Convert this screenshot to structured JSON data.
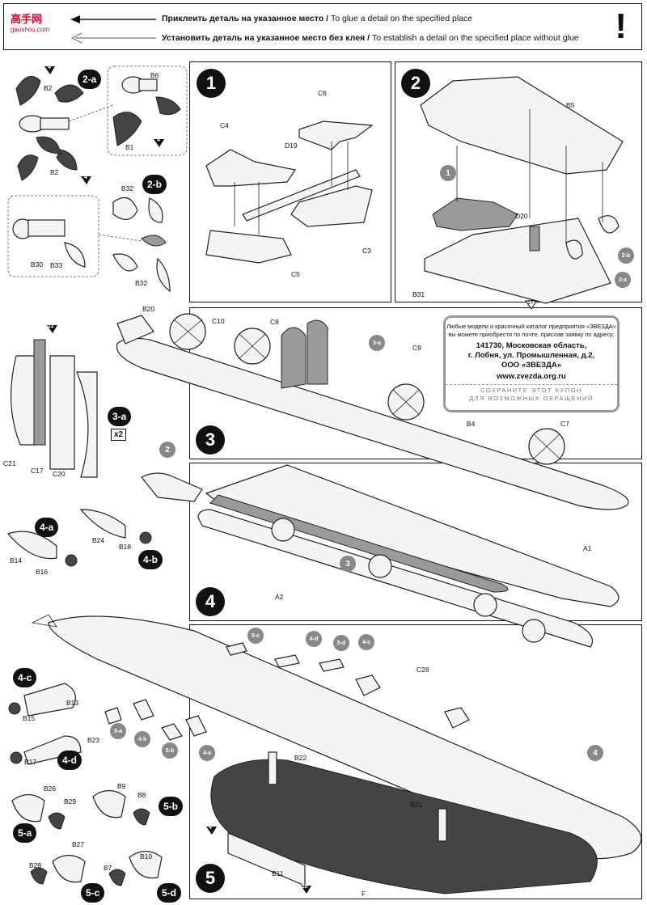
{
  "logo": {
    "text": "高手网",
    "sub": "gaoshou.com"
  },
  "legend": {
    "glue_ru": "Приклеить деталь на указанное место",
    "glue_en": "To glue a detail on the specified place",
    "noglue_ru": "Установить деталь на указанное место без клея",
    "noglue_en": "To establish a detail on the specified place without glue",
    "separator": "/",
    "bang": "!"
  },
  "steps": {
    "s1": "1",
    "s2": "2",
    "s3": "3",
    "s4": "4",
    "s5": "5"
  },
  "substeps": {
    "s2a": "2-a",
    "s2b": "2-b",
    "s3a": "3-a",
    "s4a": "4-a",
    "s4b": "4-b",
    "s4c": "4-c",
    "s4d": "4-d",
    "s5a": "5-a",
    "s5b": "5-b",
    "s5c": "5-c",
    "s5d": "5-d"
  },
  "refs": {
    "r1": "1",
    "r2": "2",
    "r3": "3",
    "r4": "4",
    "r2b": "2-b",
    "r2a": "2-a",
    "r3a": "3-a",
    "r5c": "5-c",
    "r4d": "4-d",
    "r5d": "5-d",
    "r4c": "4-c",
    "r5a": "5-a",
    "r4b": "4-b",
    "r5b": "5-b",
    "r4a": "4-a"
  },
  "flags": {
    "f4a": "4",
    "f4b": "4",
    "f4c": "4",
    "f12": "12",
    "f17": "17",
    "f4d": "4",
    "f20": "20"
  },
  "multiplier": "x2",
  "parts": {
    "B2a": "B2",
    "B2b": "B2",
    "B6": "B6",
    "B1": "B1",
    "B32a": "B32",
    "B32b": "B32",
    "B30": "B30",
    "B33": "B33",
    "C4": "C4",
    "C6": "C6",
    "D19": "D19",
    "C3": "C3",
    "C5": "C5",
    "B5": "B5",
    "D20": "D20",
    "B31": "B31",
    "B20": "B20",
    "C10": "C10",
    "C8": "C8",
    "C9": "C9",
    "B4": "B4",
    "C7": "C7",
    "C21": "C21",
    "C17": "C17",
    "C20": "C20",
    "B24": "B24",
    "B18": "B18",
    "B14": "B14",
    "B16": "B16",
    "A1": "A1",
    "A2": "A2",
    "B13": "B13",
    "B15": "B15",
    "B23": "B23",
    "B17": "B17",
    "B26": "B26",
    "B29": "B29",
    "B9": "B9",
    "B8": "B8",
    "B27": "B27",
    "B28": "B28",
    "B10": "B10",
    "B7": "B7",
    "C28": "C28",
    "B22": "B22",
    "B21": "B21",
    "B11": "B11",
    "F": "F"
  },
  "coupon": {
    "line1": "Любые модели и красочный каталог предприятия «ЗВЕЗДА»",
    "line2": "вы можете приобрести по почте, прислав заявку по адресу:",
    "addr1": "141730, Московская область,",
    "addr2": "г. Лобня, ул. Промышленная, д.2,",
    "addr3": "ООО «ЗВЕЗДА»",
    "url": "www.zvezda.org.ru",
    "keep1": "СОХРАНИТЕ ЭТОТ КУПОН",
    "keep2": "ДЛЯ ВОЗМОЖНЫХ ОБРАЩЕНИЙ"
  }
}
